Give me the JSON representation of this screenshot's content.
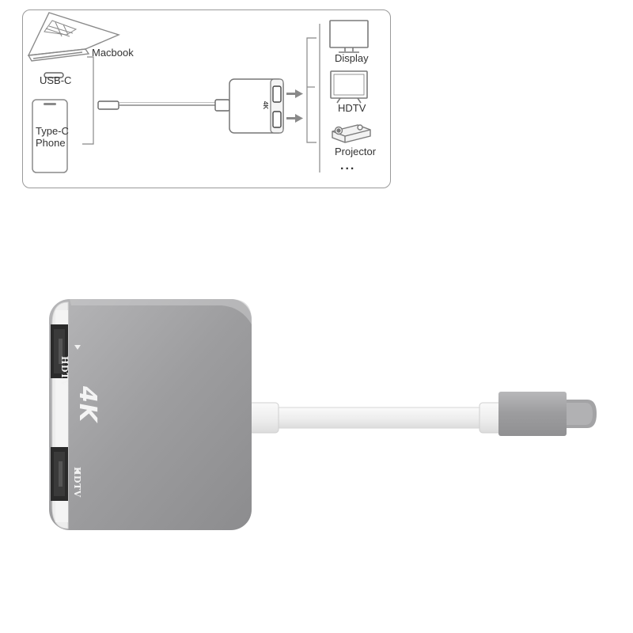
{
  "diagram": {
    "sources": {
      "macbook_label": "Macbook",
      "usbc_label": "USB-C",
      "phone_label_line1": "Type-C",
      "phone_label_line2": "Phone"
    },
    "adapter": {
      "badge": "4K"
    },
    "outputs": {
      "display_label": "Display",
      "hdtv_label": "HDTV",
      "projector_label": "Projector",
      "more_label": "..."
    }
  },
  "product": {
    "badge": "4K",
    "port_top_label": "HDTV",
    "port_bottom_label": "HDTV",
    "colors": {
      "body": "#9a9a9c",
      "body_light": "#b4b4b6",
      "face": "#ececec",
      "cable": "#f4f4f4",
      "port": "#2a2a2a"
    }
  }
}
